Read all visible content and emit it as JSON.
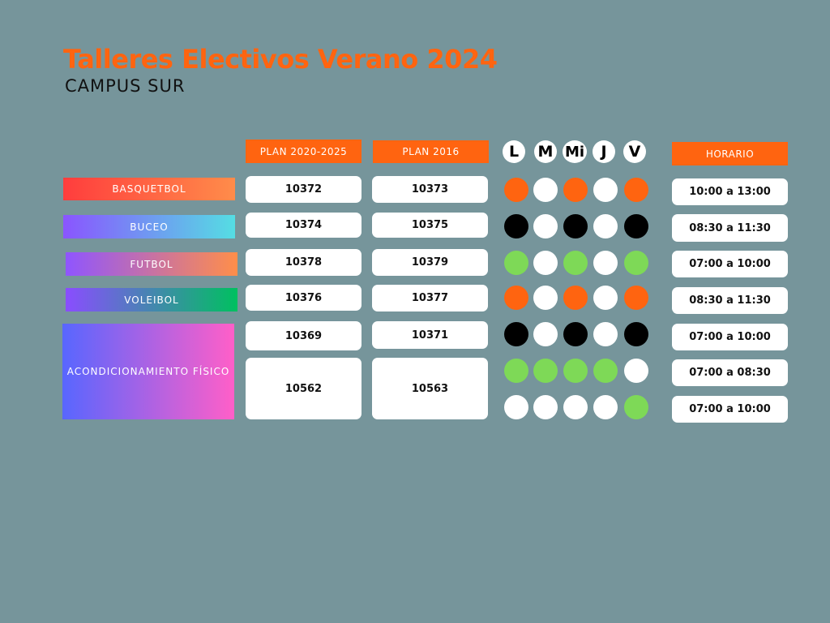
{
  "title": "Talleres Electivos Verano 2024",
  "subtitle": "CAMPUS SUR",
  "headers": {
    "plan_new": "PLAN 2020-2025",
    "plan_old": "PLAN 2016",
    "horario": "HORARIO",
    "days": [
      "L",
      "M",
      "Mi",
      "J",
      "V"
    ]
  },
  "activities": [
    {
      "name": "BASQUETBOL",
      "gradient": [
        "#ff3d3d",
        "#ff8c4a"
      ]
    },
    {
      "name": "BUCEO",
      "gradient": [
        "#8a55ff",
        "#55dde3"
      ]
    },
    {
      "name": "FUTBOL",
      "gradient": [
        "#8f55ff",
        "#ff8e4a"
      ]
    },
    {
      "name": "VOLEIBOL",
      "gradient": [
        "#8a4dff",
        "#00c060"
      ]
    },
    {
      "name": "ACONDICIONAMIENTO FÍSICO",
      "gradient": [
        "#5866ff",
        "#ff5fc8"
      ]
    }
  ],
  "codes": [
    {
      "plan_new": "10372",
      "plan_old": "10373"
    },
    {
      "plan_new": "10374",
      "plan_old": "10375"
    },
    {
      "plan_new": "10378",
      "plan_old": "10379"
    },
    {
      "plan_new": "10376",
      "plan_old": "10377"
    },
    {
      "plan_new": "10369",
      "plan_old": "10371"
    },
    {
      "plan_new": "10562",
      "plan_old": "10563"
    }
  ],
  "schedule": [
    {
      "days": [
        "orange",
        "white",
        "orange",
        "white",
        "orange"
      ],
      "horario": "10:00 a 13:00"
    },
    {
      "days": [
        "black",
        "white",
        "black",
        "white",
        "black"
      ],
      "horario": "08:30 a 11:30"
    },
    {
      "days": [
        "green",
        "white",
        "green",
        "white",
        "green"
      ],
      "horario": "07:00 a 10:00"
    },
    {
      "days": [
        "orange",
        "white",
        "orange",
        "white",
        "orange"
      ],
      "horario": "08:30 a 11:30"
    },
    {
      "days": [
        "black",
        "white",
        "black",
        "white",
        "black"
      ],
      "horario": "07:00 a 10:00"
    },
    {
      "days": [
        "green",
        "green",
        "green",
        "green",
        "white"
      ],
      "horario": "07:00 a 08:30"
    },
    {
      "days": [
        "white",
        "white",
        "white",
        "white",
        "green"
      ],
      "horario": "07:00 a 10:00"
    }
  ],
  "colors": {
    "background": "#76959b",
    "accent": "#ff6410",
    "orange": "#ff6410",
    "black": "#000000",
    "green": "#7ed957",
    "white": "#ffffff"
  }
}
